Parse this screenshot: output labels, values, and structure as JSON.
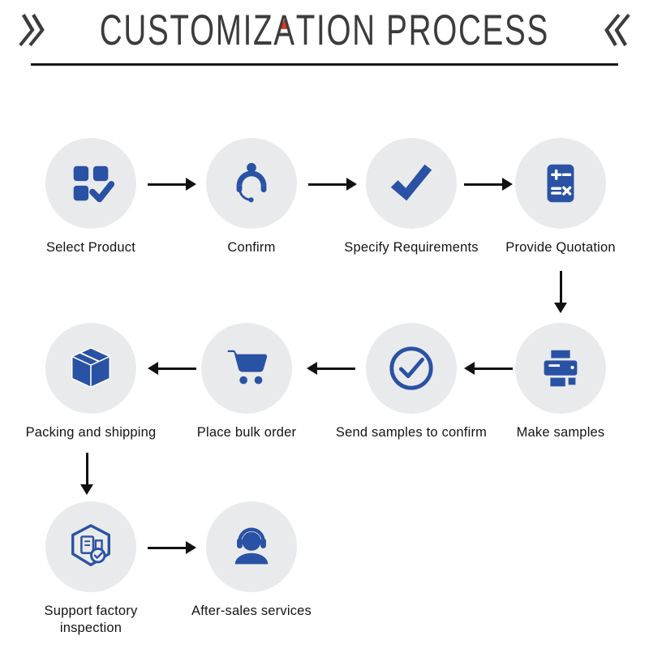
{
  "title": {
    "pre": "CUSTOMIZ",
    "accent_letter": "A",
    "post": "TION PROCESS",
    "accent_color": "#d93a2b",
    "left_mark": "double-chevron-right",
    "right_mark": "double-chevron-left"
  },
  "colors": {
    "icon": "#2a52a4",
    "circle_bg": "#e9eaeb",
    "arrow": "#111111",
    "title_color": "#3c3c3c"
  },
  "steps": [
    {
      "label": "Select Product",
      "icon": "product-grid-check-icon"
    },
    {
      "label": "Confirm",
      "icon": "customer-service-icon"
    },
    {
      "label": "Specify Requirements",
      "icon": "checkmark-icon"
    },
    {
      "label": "Provide Quotation",
      "icon": "calculator-icon"
    },
    {
      "label": "Make samples",
      "icon": "printer-icon"
    },
    {
      "label": "Send samples to confirm",
      "icon": "check-circle-icon"
    },
    {
      "label": "Place bulk order",
      "icon": "shopping-cart-icon"
    },
    {
      "label": "Packing and shipping",
      "icon": "package-box-icon"
    },
    {
      "label": "Support factory inspection",
      "icon": "factory-inspection-icon"
    },
    {
      "label": "After-sales services",
      "icon": "headset-person-icon"
    }
  ]
}
